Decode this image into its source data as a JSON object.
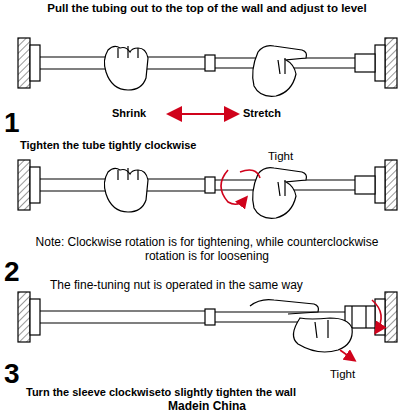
{
  "diagram": {
    "labels": [
      "Pull the tubing out to the top of the wall and adjust to level",
      "Shrink",
      "Stretch",
      "1",
      "Tighten the tube tightly clockwise",
      "Tight",
      "Note: Clockwise rotation is for tightening, while counterclockwise rotation is for loosening",
      "2",
      "The fine-tuning nut is operated in the same way",
      "3",
      "Turn the sleeve clockwiseto slightly tighten the wall",
      "Tight",
      "Madein China"
    ]
  }
}
